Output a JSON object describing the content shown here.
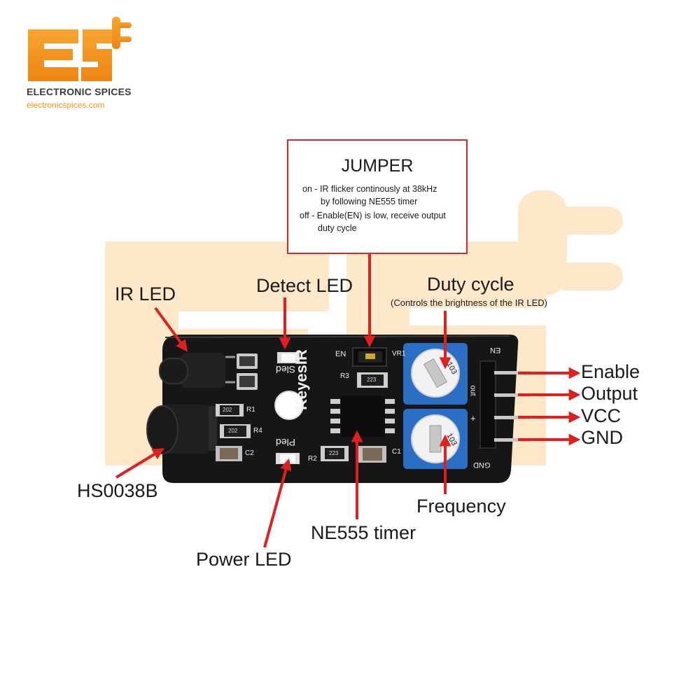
{
  "brand": {
    "logo_letters": "ES",
    "name": "ELECTRONIC SPICES",
    "url": "electronicspices.com"
  },
  "jumper": {
    "title": "JUMPER",
    "lines": [
      "on - IR flicker continously at 38kHz",
      "by following NE555 timer",
      "off - Enable(EN) is low, receive output",
      "duty cycle"
    ]
  },
  "labels": {
    "ir_led": "IR LED",
    "detect_led": "Detect LED",
    "duty_cycle": "Duty cycle",
    "duty_cycle_note": "(Controls the brightness of the IR LED)",
    "enable": "Enable",
    "output": "Output",
    "vcc": "VCC",
    "gnd": "GND",
    "hs0038b": "HS0038B",
    "power_led": "Power LED",
    "ne555_timer": "NE555 timer",
    "frequency": "Frequency"
  },
  "board": {
    "brand": "KeyesIR",
    "silk_sled": "Sled",
    "silk_pled": "Pled",
    "silk_en": "EN",
    "silk_en_right": "EN",
    "silk_out": "out",
    "silk_gnd": "GND",
    "silk_plus": "+",
    "silk_vr1": "VR1",
    "silk_r1": "R1",
    "silk_r2": "R2",
    "silk_r3": "R3",
    "silk_r4": "R4",
    "silk_c1": "C1",
    "silk_c2": "C2",
    "pot_marking": "103",
    "res_202a": "202",
    "res_202b": "202",
    "res_223a": "223",
    "res_223b": "223"
  },
  "colors": {
    "arrow": "#e0201e",
    "board": "#151515",
    "pot": "#2b6fc4",
    "logo_orange": "#f0931e",
    "watermark": "#fde6c4"
  }
}
